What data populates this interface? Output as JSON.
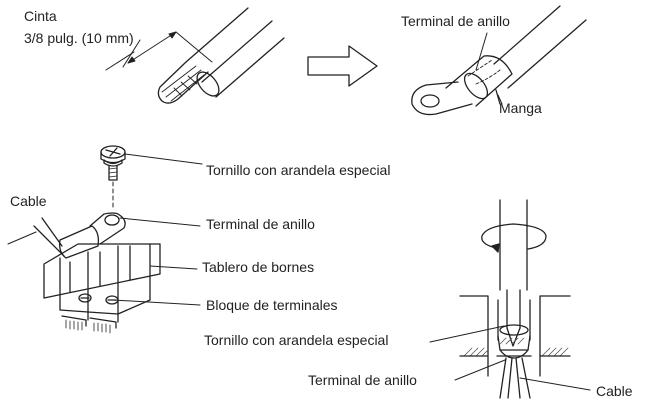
{
  "labels": {
    "tape": "Cinta",
    "strip_length": "3/8 pulg. (10 mm)",
    "ring_terminal_top": "Terminal de anillo",
    "sleeve": "Manga",
    "screw_special_washer": "Tornillo con arandela especial",
    "cable_left": "Cable",
    "ring_terminal_mid": "Terminal de anillo",
    "terminal_board": "Tablero de bornes",
    "terminal_block": "Bloque de terminales",
    "screw_special_washer_2": "Tornillo con arandela especial",
    "ring_terminal_bottom": "Terminal de anillo",
    "cable_right": "Cable"
  },
  "colors": {
    "line": "#222222",
    "background": "#ffffff",
    "hatch": "#555555"
  }
}
